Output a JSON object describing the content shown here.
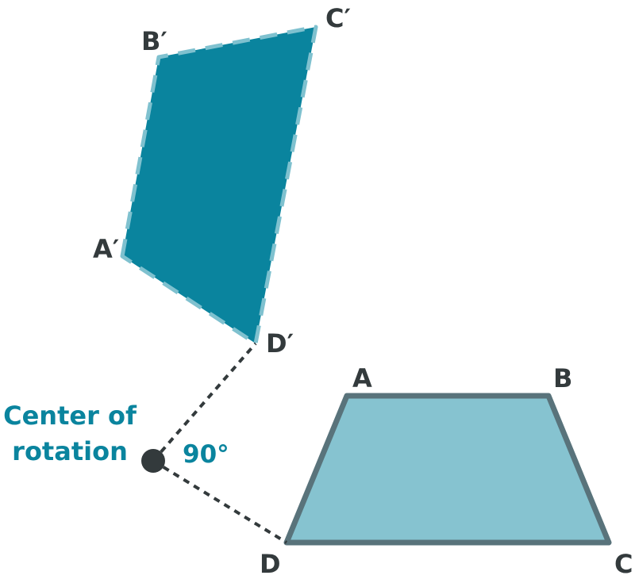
{
  "colors": {
    "original_fill": "#86c3d0",
    "original_stroke": "#59737b",
    "image_fill": "#0a849e",
    "image_stroke": "#7fc1cf",
    "rotation_line": "#333a3c",
    "center_point": "#333a3c",
    "label_dark": "#333a3c",
    "label_accent": "#0a849e"
  },
  "original": {
    "labels": {
      "a": "A",
      "b": "B",
      "c": "C",
      "d": "D"
    }
  },
  "image": {
    "labels": {
      "a": "A′",
      "b": "B′",
      "c": "C′",
      "d": "D′"
    }
  },
  "center": {
    "label_line1": "Center of",
    "label_line2": "rotation"
  },
  "angle": {
    "label": "90°"
  }
}
